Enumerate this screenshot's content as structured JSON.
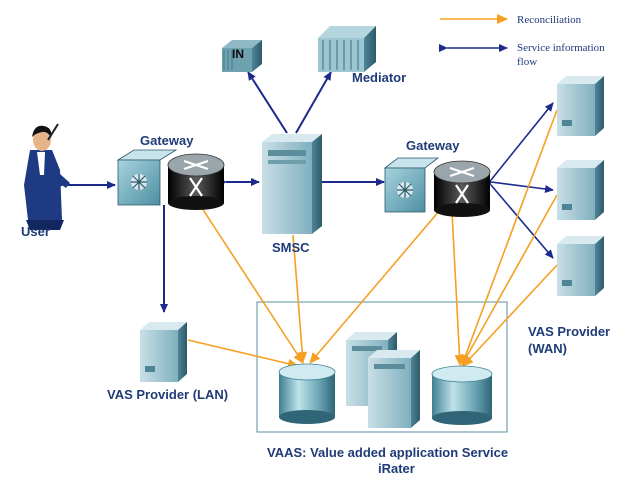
{
  "legend": {
    "reconciliation": "Reconciliation",
    "service_info_line1": "Service information",
    "service_info_line2": "flow",
    "reconciliation_color": "#f5a023",
    "service_color": "#1c2a8c"
  },
  "nodes": {
    "user": "User",
    "gateway_left": "Gateway",
    "gateway_right": "Gateway",
    "smsc": "SMSC",
    "in_label": "IN",
    "mediator": "Mediator",
    "vas_lan": "VAS Provider (LAN)",
    "vas_wan_line1": "VAS Provider",
    "vas_wan_line2": "(WAN)"
  },
  "vaas": {
    "caption_line1": "VAAS: Value added application  Service",
    "caption_line2": "iRater"
  }
}
